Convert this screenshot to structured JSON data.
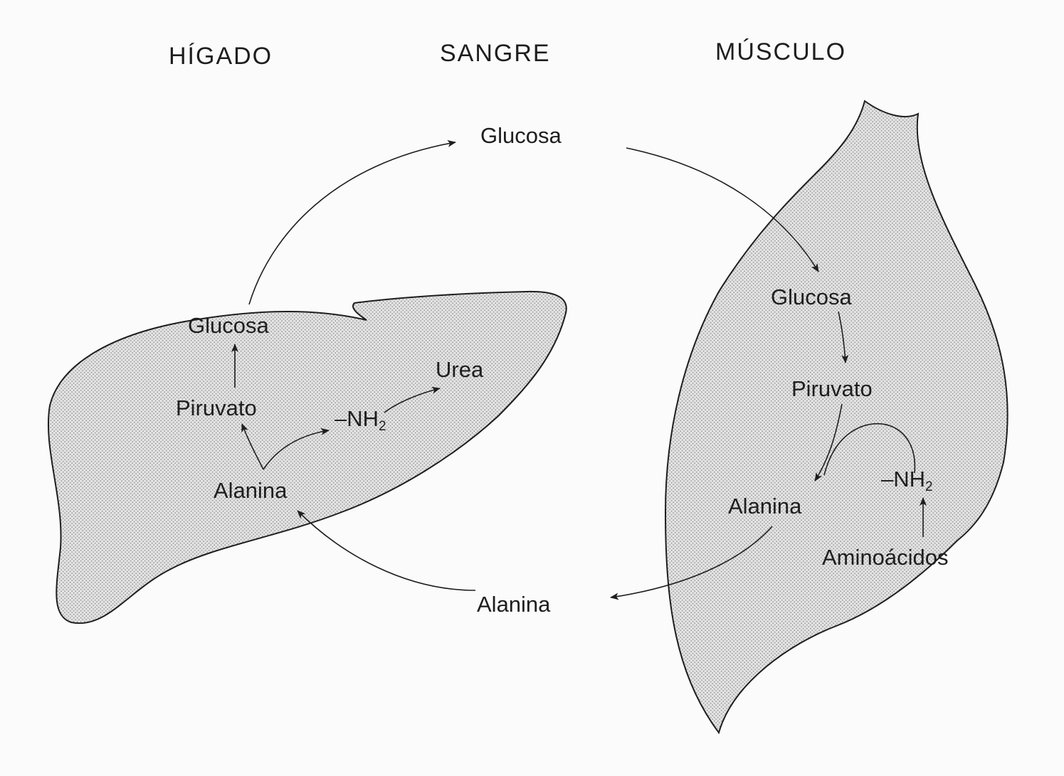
{
  "headers": {
    "liver": "HÍGADO",
    "blood": "SANGRE",
    "muscle": "MÚSCULO"
  },
  "liver": {
    "glucose": "Glucosa",
    "pyruvate": "Piruvato",
    "alanine": "Alanina",
    "urea": "Urea",
    "amino_group": "–NH",
    "amino_group_subscript": "2"
  },
  "blood": {
    "glucose": "Glucosa",
    "alanine": "Alanina"
  },
  "muscle": {
    "glucose": "Glucosa",
    "pyruvate": "Piruvato",
    "alanine": "Alanina",
    "amino_group": "–NH",
    "amino_group_subscript": "2",
    "amino_acids": "Aminoácidos"
  },
  "colors": {
    "ink": "#1e1e1e",
    "organ_fill": "#d7d7d7",
    "background": "#fbfbfb"
  }
}
